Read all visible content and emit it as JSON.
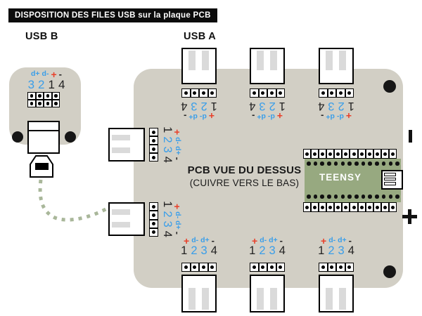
{
  "title": "DISPOSITION DES FILES USB sur la plaque PCB",
  "headings": {
    "usb_b": "USB B",
    "usb_a": "USB A"
  },
  "board_caption": {
    "line1": "PCB VUE DU DESSUS",
    "line2": "(CUIVRE VERS LE BAS)"
  },
  "teensy_label": "TEENSY",
  "markers": {
    "minus": "-",
    "plus": "+"
  },
  "pin_labels": {
    "signs": [
      "+",
      "d-",
      "d+",
      "-"
    ],
    "numbers": [
      "1",
      "2",
      "3",
      "4"
    ],
    "usbb_signs": [
      "d+",
      "d-",
      "+",
      "-"
    ],
    "usbb_numbers": [
      "3",
      "2",
      "1",
      "4"
    ]
  },
  "colors": {
    "pcb_gray": "#d2cfc5",
    "blue": "#3a9ee9",
    "red": "#e8402a",
    "teensy_green": "#97a980",
    "cable_green": "#a9b79a"
  }
}
